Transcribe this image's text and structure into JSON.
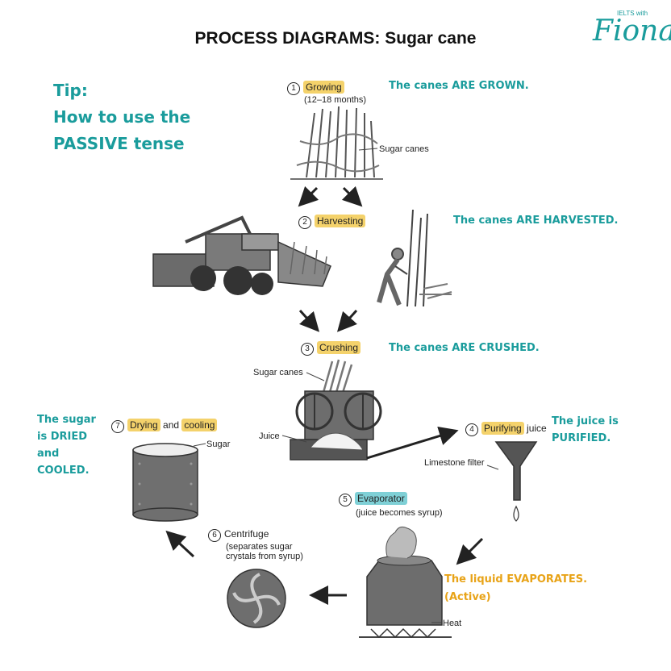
{
  "title": "PROCESS DIAGRAMS: Sugar cane",
  "logo": {
    "small_text": "IELTS with",
    "script_text": "Fiona"
  },
  "tip": {
    "line1": "Tip:",
    "line2": "How to use the",
    "line3": "PASSIVE tense"
  },
  "notes": {
    "grown": "The canes ARE GROWN.",
    "harvested": "The canes ARE HARVESTED.",
    "crushed": "The canes ARE CRUSHED.",
    "purified_1": "The  juice is",
    "purified_2": "PURIFIED.",
    "dried_1": "The  sugar",
    "dried_2": "is DRIED",
    "dried_3": "and",
    "dried_4": "COOLED.",
    "evaporates_1": "The  liquid EVAPORATES.",
    "evaporates_2": "(Active)"
  },
  "steps": {
    "s1": {
      "num": "1",
      "label": "Growing",
      "sub": "(12–18 months)"
    },
    "s2": {
      "num": "2",
      "label": "Harvesting"
    },
    "s3": {
      "num": "3",
      "label": "Crushing"
    },
    "s4": {
      "num": "4",
      "label": "Purifying",
      "suffix": "juice"
    },
    "s5": {
      "num": "5",
      "label": "Evaporator",
      "sub": "(juice becomes syrup)"
    },
    "s6": {
      "num": "6",
      "label": "Centrifuge",
      "sub1": "(separates sugar",
      "sub2": "crystals from syrup)"
    },
    "s7": {
      "num": "7",
      "label_a": "Drying",
      "and": "and",
      "label_b": "cooling"
    }
  },
  "labels": {
    "sugar_canes_1": "Sugar canes",
    "sugar_canes_2": "Sugar canes",
    "juice": "Juice",
    "limestone": "Limestone filter",
    "sugar": "Sugar",
    "heat": "Heat"
  },
  "colors": {
    "teal": "#1a9c9c",
    "gold": "#e8a317",
    "highlight": "#f4d26b",
    "highlight_teal": "#7fd0d6"
  }
}
